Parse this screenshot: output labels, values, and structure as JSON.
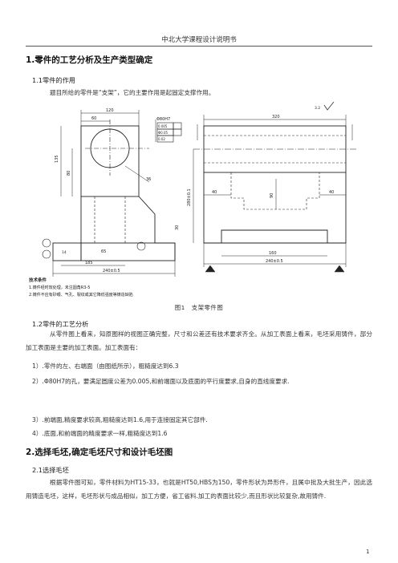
{
  "header": {
    "title": "中北大学课程设计说明书"
  },
  "section1": {
    "title": "1.零件的工艺分析及生产类型确定",
    "sub1": {
      "title": "1.1零件的作用",
      "body": "题目所给的零件是“支架”，它的主要作用是起固定支撑作用。"
    },
    "figure": {
      "caption": "图1　支架零件图",
      "notes_title": "技术条件",
      "notes": [
        "1.铸件经时效处理，未注圆角R3-5",
        "2.铸件不应有砂眼、气孔、裂纹或其它降低强度等铸造缺陷"
      ],
      "dims": {
        "d120": "120",
        "d60": "60",
        "d320": "320",
        "d160": "160",
        "d240": "240±0.5",
        "d40": "40",
        "d30": "30",
        "d65": "65",
        "d135": "135",
        "d80": "80",
        "d90": "90",
        "d185": "185",
        "d36": "36",
        "d14": "14",
        "d280": "280±0.1",
        "phi": "Φ80H7",
        "roughness": "3.2",
        "gdt_r1": "0.005",
        "gdt_r2": "Φ0.05",
        "gdt_r3": "0.02"
      }
    },
    "sub2": {
      "title": "1.2零件的工艺分析",
      "body": "从零件图上看来，知原图样的视图正确完整，尺寸和公差还有技术要求齐全。从加工表面上看来，毛坯采用铸件，部分加工表面是主要的加工表面。加工表面有：",
      "items": [
        "1）.零件的左、右端面（由图纸所示），粗糙度达到6.3",
        "2）.Φ80H7的孔，要满足圆度公差为0.005,和前端面以及底面的平行度要求,自身的直线度要求.",
        "3）.前端面,精度要求较高,粗糙度达到1.6,用于连接固定其它部件.",
        "4）.底面,和前端面的精度要求一样,粗糙度达到1.6"
      ]
    }
  },
  "section2": {
    "title": "2.选择毛坯,确定毛坯尺寸和设计毛坯图",
    "sub1": {
      "title": "2.1选择毛坯",
      "body": "根据零件图可知，零件材料为HT15-33，也就是HT50,HBS为150，零件形状为异形件，且属中批及大批生产，因此选用铸造毛坯，这样，毛坯形状与成品相似，加工方便，省工省料.加工的表面比较少,而且形状比较复杂,故用铸件."
    }
  },
  "footer": {
    "page_number": "1"
  }
}
